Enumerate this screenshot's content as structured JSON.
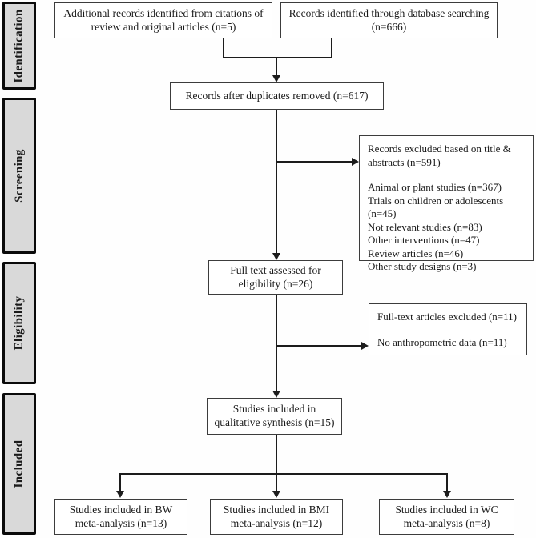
{
  "sidebar": {
    "stages": [
      {
        "label": "Identification"
      },
      {
        "label": "Screening"
      },
      {
        "label": "Eligibility"
      },
      {
        "label": "Included"
      }
    ]
  },
  "boxes": {
    "additional_records": {
      "text": "Additional records identified from citations of review and original articles (n=5)"
    },
    "database_records": {
      "text": "Records identified through database searching (n=666)"
    },
    "after_duplicates": {
      "text": "Records after duplicates removed (n=617)"
    },
    "excluded_title_abstracts": {
      "title": "Records excluded based on title & abstracts (n=591)",
      "reasons": [
        "Animal or plant studies (n=367)",
        "Trials on children or adolescents (n=45)",
        "Not relevant studies (n=83)",
        "Other interventions (n=47)",
        "Review articles (n=46)",
        "Other study designs (n=3)"
      ]
    },
    "full_text_assessed": {
      "text": "Full text assessed for eligibility (n=26)"
    },
    "full_text_excluded": {
      "title": "Full-text articles excluded (n=11)",
      "reasons": [
        "No anthropometric data (n=11)"
      ]
    },
    "qualitative_synthesis": {
      "text": "Studies included in qualitative synthesis (n=15)"
    },
    "bw_meta_analysis": {
      "text": "Studies included in BW meta-analysis (n=13)"
    },
    "bmi_meta_analysis": {
      "text": "Studies included in BMI meta-analysis (n=12)"
    },
    "wc_meta_analysis": {
      "text": "Studies included in WC meta-analysis (n=8)"
    }
  },
  "colors": {
    "line": "#1c1c1c",
    "stage_fill": "#d9d9d9",
    "stage_border": "#0a0a0a",
    "box_border": "#3c3c3c"
  }
}
